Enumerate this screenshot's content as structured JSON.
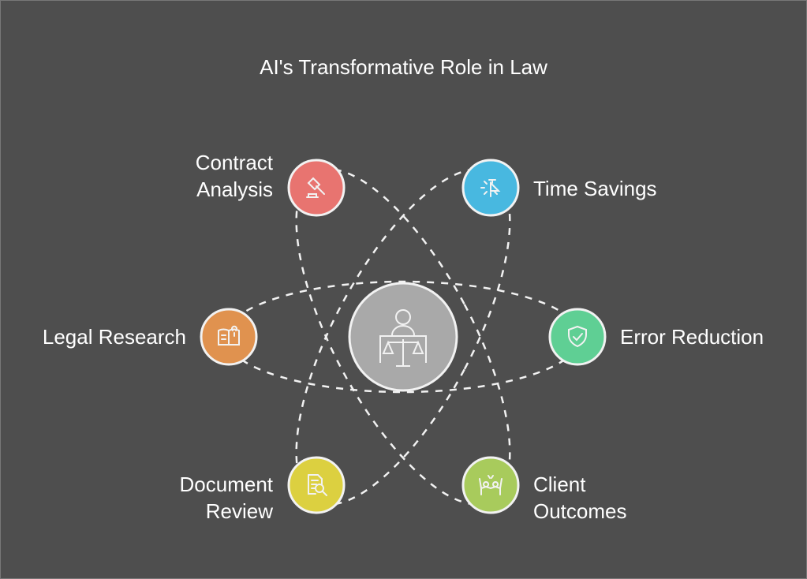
{
  "title": "AI's Transformative Role in Law",
  "center": {
    "icon": "judge-scales-icon",
    "color": "#a9a9a9"
  },
  "nodes": [
    {
      "id": "contract",
      "label_lines": [
        "Contract",
        "Analysis"
      ],
      "icon": "gavel-icon",
      "color": "#e87470"
    },
    {
      "id": "time",
      "label_lines": [
        "Time Savings"
      ],
      "icon": "timer-icon",
      "color": "#48b8e0"
    },
    {
      "id": "research",
      "label_lines": [
        "Legal Research"
      ],
      "icon": "book-idea-icon",
      "color": "#e0924f"
    },
    {
      "id": "error",
      "label_lines": [
        "Error Reduction"
      ],
      "icon": "shield-check-icon",
      "color": "#5fcf94"
    },
    {
      "id": "document",
      "label_lines": [
        "Document",
        "Review"
      ],
      "icon": "document-search-icon",
      "color": "#dcd040"
    },
    {
      "id": "client",
      "label_lines": [
        "Client",
        "Outcomes"
      ],
      "icon": "people-celebrate-icon",
      "color": "#a8cb5c"
    }
  ]
}
